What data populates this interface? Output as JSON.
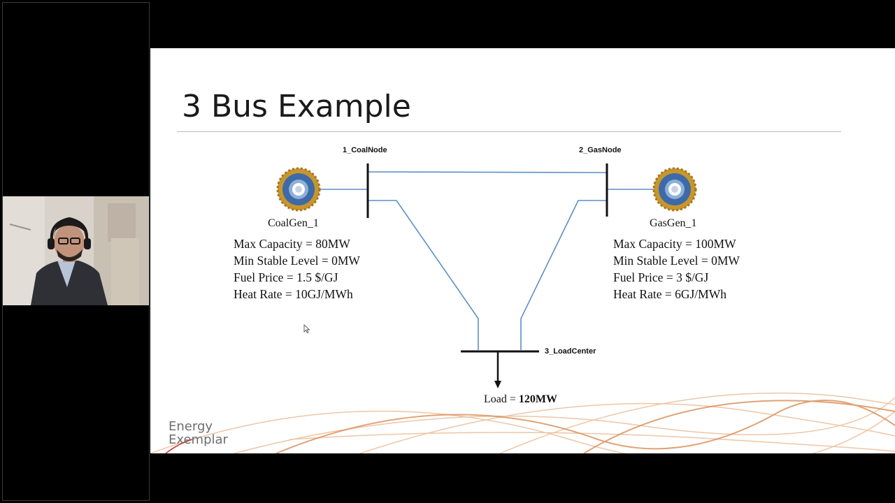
{
  "slide": {
    "title": "3 Bus Example",
    "nodes": {
      "coal": "1_CoalNode",
      "gas": "2_GasNode",
      "load": "3_LoadCenter"
    },
    "generators": [
      {
        "name": "CoalGen_1",
        "props": [
          "Max Capacity = 80MW",
          "Min Stable Level = 0MW",
          "Fuel Price = 1.5 $/GJ",
          "Heat Rate = 10GJ/MWh"
        ]
      },
      {
        "name": "GasGen_1",
        "props": [
          "Max Capacity = 100MW",
          "Min Stable Level = 0MW",
          "Fuel Price = 3 $/GJ",
          "Heat Rate = 6GJ/MWh"
        ]
      }
    ],
    "load": {
      "label": "Load = ",
      "value": "120MW"
    },
    "logo": {
      "line1": "Energy",
      "line2": "Exemplar"
    }
  },
  "colors": {
    "line": "#5b8fc4",
    "bus": "#111111",
    "gear_gold": "#c8962e",
    "gear_blue": "#3d6aa8",
    "wave": "#e8b48a",
    "logo_accent": "#c8342a"
  },
  "icons": {
    "generator": "generator-icon",
    "cursor": "mouse-cursor-icon"
  }
}
